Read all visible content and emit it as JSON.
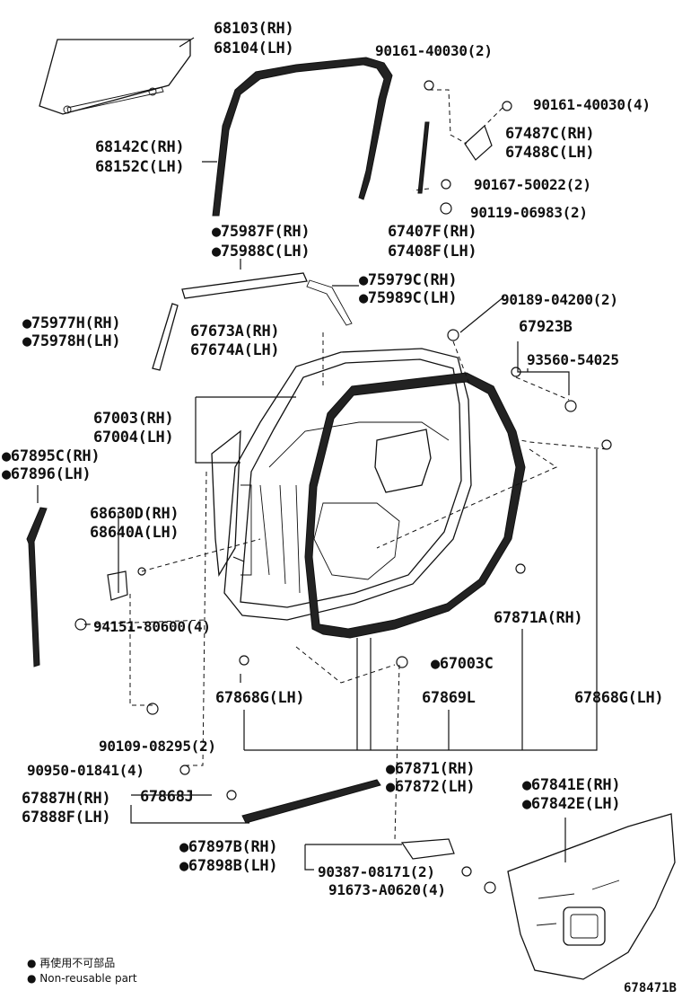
{
  "callouts": {
    "c68103": "68103(RH)",
    "c68104": "68104(LH)",
    "c90161a": "90161-40030(2)",
    "c90161b": "90161-40030(4)",
    "c68142": "68142C(RH)",
    "c68152": "68152C(LH)",
    "c67487": "67487C(RH)",
    "c67488": "67488C(LH)",
    "c90167": "90167-50022(2)",
    "c90119": "90119-06983(2)",
    "c75987": "●75987F(RH)",
    "c75988": "●75988C(LH)",
    "c67407": "67407F(RH)",
    "c67408": "67408F(LH)",
    "c75979": "●75979C(RH)",
    "c75989": "●75989C(LH)",
    "c90189": "90189-04200(2)",
    "c75977": "●75977H(RH)",
    "c75978": "●75978H(LH)",
    "c67673": "67673A(RH)",
    "c67674": "67674A(LH)",
    "c67923": "67923B",
    "c93560": "93560-54025",
    "c67003": "67003(RH)",
    "c67004": "67004(LH)",
    "c67895": "●67895C(RH)",
    "c67896": "●67896(LH)",
    "c68630": "68630D(RH)",
    "c68640": "68640A(LH)",
    "c67871A": "67871A(RH)",
    "c94151": "94151-80600(4)",
    "c67003C": "●67003C",
    "c67868Ga": "67868G(LH)",
    "c67869": "67869L",
    "c67868Gb": "67868G(LH)",
    "c90109": "90109-08295(2)",
    "c90950": "90950-01841(4)",
    "c67871": "●67871(RH)",
    "c67872": "●67872(LH)",
    "c67887": "67887H(RH)",
    "c67888": "67888F(LH)",
    "c67868J": "67868J",
    "c67841": "●67841E(RH)",
    "c67842": "●67842E(LH)",
    "c67897": "●67897B(RH)",
    "c67898": "●67898B(LH)",
    "c90387": "90387-08171(2)",
    "c91673": "91673-A0620(4)"
  },
  "legend": {
    "line1": "● 再使用不可部品",
    "line2": "● Non-reusable part"
  },
  "figure_number": "678471B"
}
